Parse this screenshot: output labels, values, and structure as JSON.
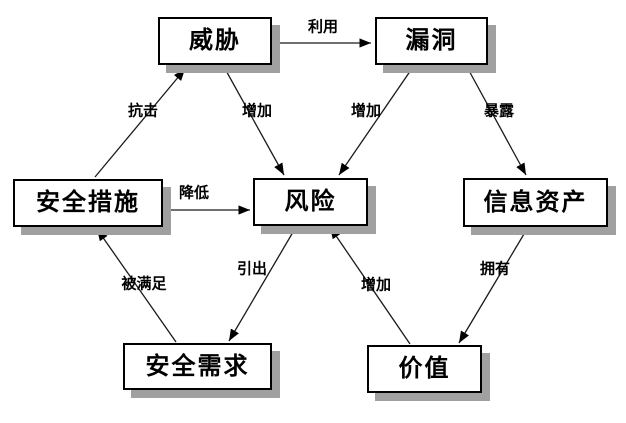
{
  "diagram": {
    "type": "concept-relationship-diagram",
    "language": "zh-CN",
    "nodes": [
      {
        "id": "threat",
        "label": "威胁"
      },
      {
        "id": "vulnerability",
        "label": "漏洞"
      },
      {
        "id": "security-measures",
        "label": "安全措施"
      },
      {
        "id": "risk",
        "label": "风险"
      },
      {
        "id": "information-asset",
        "label": "信息资产"
      },
      {
        "id": "security-requirement",
        "label": "安全需求"
      },
      {
        "id": "value",
        "label": "价值"
      }
    ],
    "edges": [
      {
        "from": "威胁",
        "to": "漏洞",
        "label": "利用"
      },
      {
        "from": "安全措施",
        "to": "威胁",
        "label": "抗击"
      },
      {
        "from": "威胁",
        "to": "风险",
        "label": "增加"
      },
      {
        "from": "漏洞",
        "to": "风险",
        "label": "增加"
      },
      {
        "from": "漏洞",
        "to": "信息资产",
        "label": "暴露"
      },
      {
        "from": "安全措施",
        "to": "风险",
        "label": "降低"
      },
      {
        "from": "安全需求",
        "to": "安全措施",
        "label": "被满足"
      },
      {
        "from": "风险",
        "to": "安全需求",
        "label": "引出"
      },
      {
        "from": "价值",
        "to": "风险",
        "label": "增加"
      },
      {
        "from": "信息资产",
        "to": "价值",
        "label": "拥有"
      }
    ],
    "colors": {
      "background": "#ffffff",
      "box_fill": "#ffffff",
      "box_border": "#000000",
      "box_shadow": "#a0a0a0",
      "connector": "#1a1a1a",
      "text": "#000000"
    }
  }
}
